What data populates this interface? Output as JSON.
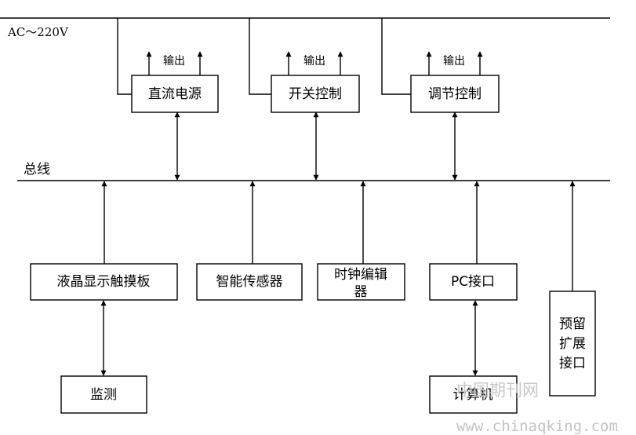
{
  "ac_label": "AC～220V",
  "bus_label": "总线",
  "output_label": "输出",
  "boxes": {
    "dc_power": "直流电源",
    "switch_control": "开关控制",
    "regulate_control": "调节控制",
    "lcd_touch": "液晶显示触摸板",
    "smart_sensor": "智能传感器",
    "clock_editor_line1": "时钟编辑",
    "clock_editor_line2": "器",
    "pc_interface": "PC接口",
    "reserved_line1": "预留",
    "reserved_line2": "扩展",
    "reserved_line3": "接口",
    "monitor": "监测",
    "computer": "计算机"
  },
  "watermark": {
    "text": "中国期刊网",
    "url": "www.chinaqking.com"
  }
}
